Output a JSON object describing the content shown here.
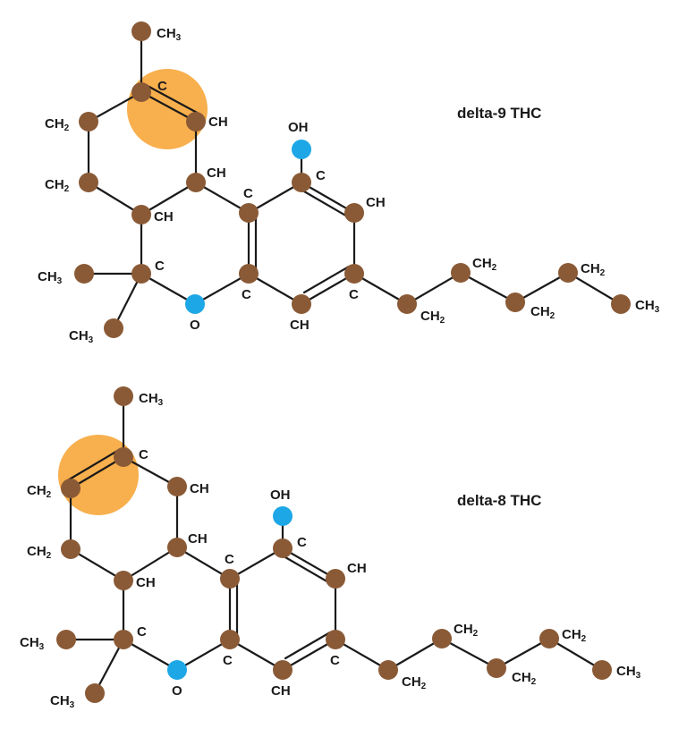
{
  "molecules": [
    {
      "title": "delta-9 THC",
      "labels": {
        "ch3_top": "CH3",
        "c_db": "C",
        "ch_db": "CH",
        "ch2_a": "CH2",
        "ch2_b": "CH2",
        "ch_a": "CH",
        "ch_b": "CH",
        "ch3_left": "CH3",
        "c_gem": "C",
        "ch3_low": "CH3",
        "o": "O",
        "c_ar1": "C",
        "c_ar2": "C",
        "oh": "OH",
        "c_oh": "C",
        "ch_ar1": "CH",
        "c_ar3": "C",
        "ch_ar2": "CH",
        "ch2_1": "CH2",
        "ch2_2": "CH2",
        "ch2_3": "CH2",
        "ch2_4": "CH2",
        "ch3_end": "CH3"
      }
    },
    {
      "title": "delta-8 THC",
      "labels": {
        "ch3_top": "CH3",
        "c_db": "C",
        "ch_db": "CH",
        "ch2_a": "CH2",
        "ch2_b": "CH2",
        "ch_a": "CH",
        "ch_b": "CH",
        "ch3_left": "CH3",
        "c_gem": "C",
        "ch3_low": "CH3",
        "o": "O",
        "c_ar1": "C",
        "c_ar2": "C",
        "oh": "OH",
        "c_oh": "C",
        "ch_ar1": "CH",
        "c_ar3": "C",
        "ch_ar2": "CH",
        "ch2_1": "CH2",
        "ch2_2": "CH2",
        "ch2_3": "CH2",
        "ch2_4": "CH2",
        "ch3_end": "CH3"
      }
    }
  ],
  "colors": {
    "carbon": "#8a5a36",
    "oxygen": "#1ea7e6",
    "highlight": "#f7a63a",
    "bond": "#1a1a1a"
  }
}
